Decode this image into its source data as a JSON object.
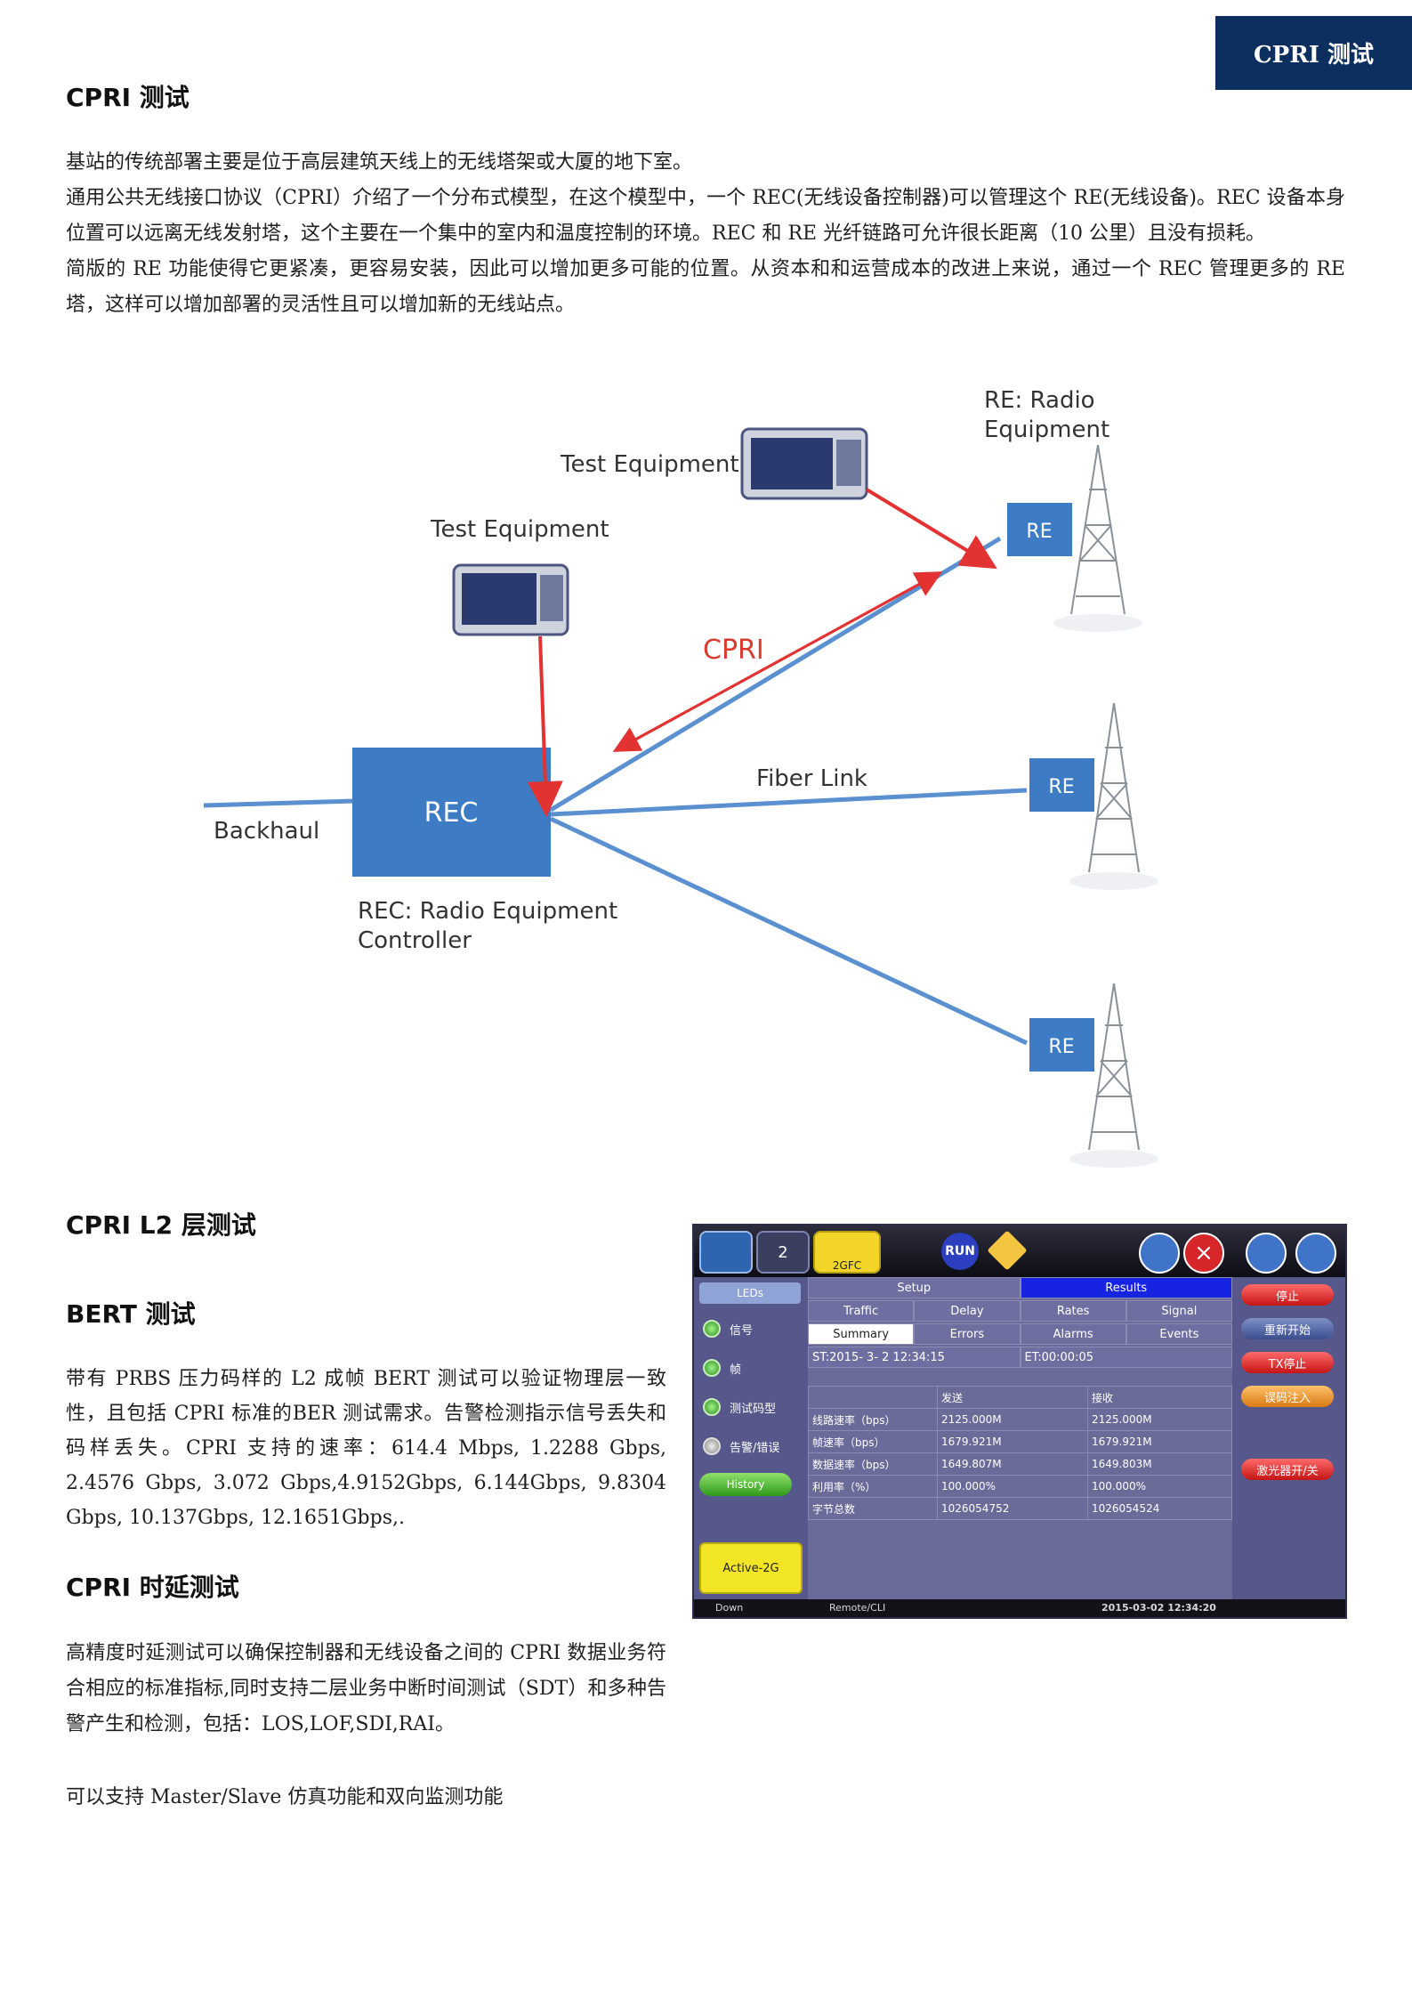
{
  "header_tab": "CPRI 测试",
  "section1": {
    "title": "CPRI 测试",
    "paragraphs": [
      "基站的传统部署主要是位于高层建筑天线上的无线塔架或大厦的地下室。",
      "通用公共无线接口协议（CPRI）介绍了一个分布式模型，在这个模型中，一个 REC(无线设备控制器)可以管理这个 RE(无线设备)。REC 设备本身位置可以远离无线发射塔，这个主要在一个集中的室内和温度控制的环境。REC 和 RE 光纤链路可允许很长距离（10 公里）且没有损耗。",
      "简版的 RE 功能使得它更紧凑，更容易安装，因此可以增加更多可能的位置。从资本和和运营成本的改进上来说，通过一个 REC 管理更多的 RE 塔，这样可以增加部署的灵活性且可以增加新的无线站点。"
    ]
  },
  "diagram": {
    "test_equipment_1": "Test Equipment",
    "test_equipment_2": "Test Equipment",
    "re_label_line1": "RE: Radio",
    "re_label_line2": "Equipment",
    "cpri": "CPRI",
    "fiber_link": "Fiber Link",
    "backhaul": "Backhaul",
    "rec": "REC",
    "rec_label_line1": "REC: Radio Equipment",
    "rec_label_line2": "Controller",
    "re_box": "RE",
    "colors": {
      "box": "#3d7cc4",
      "arrow": "#e23232",
      "line": "#5a8fd0",
      "cpri_text": "#d93a2e"
    }
  },
  "section2": {
    "title": "CPRI L2 层测试",
    "bert_title": "BERT 测试",
    "bert_text": "带有 PRBS 压力码样的 L2 成帧 BERT 测试可以验证物理层一致性，且包括 CPRI 标准的BER 测试需求。告警检测指示信号丢失和码样丢失。CPRI 支持的速率：614.4 Mbps, 1.2288 Gbps, 2.4576 Gbps, 3.072 Gbps,4.9152Gbps, 6.144Gbps, 9.8304 Gbps, 10.137Gbps, 12.1651Gbps,.",
    "delay_title": "CPRI 时延测试",
    "delay_text": "高精度时延测试可以确保控制器和无线设备之间的 CPRI 数据业务符合相应的标准指标,同时支持二层业务中断时间测试（SDT）和多种告警产生和检测，包括：LOS,LOF,SDI,RAI。",
    "master_slave": "可以支持 Master/Slave 仿真功能和双向监测功能"
  },
  "device": {
    "top": {
      "port_num": "2",
      "port_label": "2GFC",
      "run": "RUN"
    },
    "left": {
      "leds": "LEDs",
      "items": [
        "信号",
        "帧",
        "测试码型",
        "告警/错误"
      ],
      "history": "History",
      "active": "Active-2G"
    },
    "tabs_top": [
      "Setup",
      "Results"
    ],
    "tabs_mid": [
      "Traffic",
      "Delay",
      "Rates",
      "Signal"
    ],
    "tabs_low": [
      "Summary",
      "Errors",
      "Alarms",
      "Events"
    ],
    "st": "ST:2015- 3- 2 12:34:15",
    "et": "ET:00:00:05",
    "table": {
      "headers": [
        "",
        "发送",
        "接收"
      ],
      "rows": [
        [
          "线路速率（bps）",
          "2125.000M",
          "2125.000M"
        ],
        [
          "帧速率（bps）",
          "1679.921M",
          "1679.921M"
        ],
        [
          "数据速率（bps）",
          "1649.807M",
          "1649.803M"
        ],
        [
          "利用率（%）",
          "100.000%",
          "100.000%"
        ],
        [
          "字节总数",
          "1026054752",
          "1026054524"
        ]
      ]
    },
    "right_buttons": [
      "停止",
      "重新开始",
      "TX停止",
      "误码注入",
      "激光器开/关"
    ],
    "status": {
      "down": "Down",
      "remote": "Remote/CLI",
      "datetime": "2015-03-02  12:34:20"
    }
  }
}
